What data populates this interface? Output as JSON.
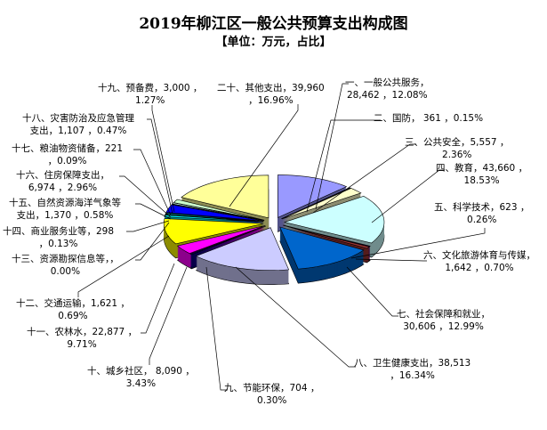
{
  "chart_data": {
    "type": "pie",
    "style": "3d-exploded",
    "title": "2019年柳江区一般公共预算支出构成图",
    "subtitle": "【单位：万元，占比】",
    "categories": [
      "一、一般公共服务",
      "二、国防",
      "三、公共安全",
      "四、教育",
      "五、科学技术",
      "六、文化旅游体育与传媒",
      "七、社会保障和就业",
      "八、卫生健康支出",
      "九、节能环保",
      "十、城乡社区",
      "十一、农林水",
      "十二、交通运输",
      "十三、资源勘探信息等",
      "十四、商业服务业等",
      "十五、自然资源海洋气象等支出",
      "十六、住房保障支出",
      "十七、粮油物资储备",
      "十八、灾害防治及应急管理支出",
      "十九、预备费",
      "二十、其他支出"
    ],
    "values": [
      28462,
      361,
      5557,
      43660,
      623,
      1642,
      30606,
      38513,
      704,
      8090,
      22877,
      1621,
      null,
      298,
      1370,
      6974,
      221,
      1107,
      3000,
      39960
    ],
    "percents": [
      12.08,
      0.15,
      2.36,
      18.53,
      0.26,
      0.7,
      12.99,
      16.34,
      0.3,
      3.43,
      9.71,
      0.69,
      0.0,
      0.13,
      0.58,
      2.96,
      0.09,
      0.47,
      1.27,
      16.96
    ],
    "colors": [
      "#9999ff",
      "#993366",
      "#ffffcc",
      "#ccffff",
      "#660066",
      "#993333",
      "#0066cc",
      "#ccccff",
      "#000080",
      "#ff00ff",
      "#ffff00",
      "#00ffff",
      "#800080",
      "#800000",
      "#008080",
      "#0000ff",
      "#00ccff",
      "#ccffff",
      "#ccffcc",
      "#ffff99"
    ],
    "labels": [
      {
        "l1": "一、一般公共服务，",
        "l2": "28,462 ，12.08%"
      },
      {
        "l1": "二、国防， 361 ，0.15%",
        "l2": ""
      },
      {
        "l1": "三、公共安全，5,557 ，",
        "l2": "2.36%"
      },
      {
        "l1": "四、教育，43,660 ，",
        "l2": "18.53%"
      },
      {
        "l1": "五、科学技术，623 ，",
        "l2": "0.26%"
      },
      {
        "l1": "六、文化旅游体育与传媒，",
        "l2": "1,642 ，0.70%"
      },
      {
        "l1": "七、社会保障和就业，",
        "l2": "30,606 ，12.99%"
      },
      {
        "l1": "八、卫生健康支出，38,513",
        "l2": "，16.34%"
      },
      {
        "l1": "九、节能环保，704 ，",
        "l2": "0.30%"
      },
      {
        "l1": "十、城乡社区， 8,090 ，",
        "l2": "3.43%"
      },
      {
        "l1": "十一、农林水，22,877 ，",
        "l2": "9.71%"
      },
      {
        "l1": "十二、交通运输，1,621 ，",
        "l2": "0.69%"
      },
      {
        "l1": "十三、资源勘探信息等，，",
        "l2": "0.00%"
      },
      {
        "l1": "十四、商业服务业等，298",
        "l2": "，0.13%"
      },
      {
        "l1": "十五、自然资源海洋气象等",
        "l2": "支出，1,370 ，0.58%"
      },
      {
        "l1": "十六、住房保障支出，",
        "l2": "6,974 ，2.96%"
      },
      {
        "l1": "十七、粮油物资储备，221",
        "l2": "，0.09%"
      },
      {
        "l1": "十八、灾害防治及应急管理",
        "l2": "支出，1,107 ，0.47%"
      },
      {
        "l1": "十九、预备费，3,000 ，",
        "l2": "1.27%"
      },
      {
        "l1": "二十、其他支出，39,960",
        "l2": "，16.96%"
      }
    ]
  }
}
